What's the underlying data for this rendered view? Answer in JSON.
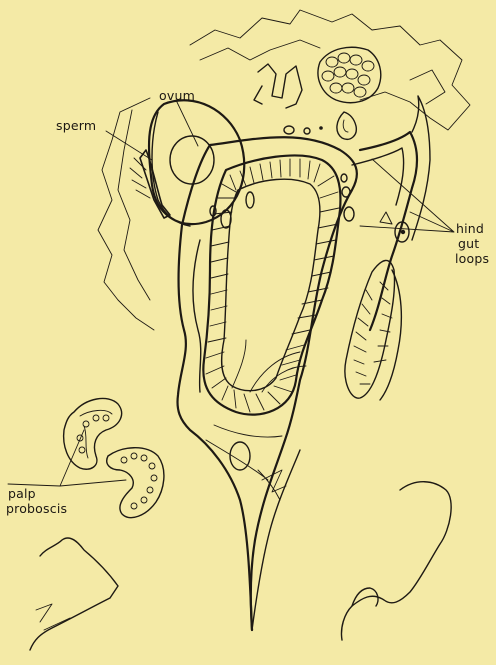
{
  "labels": {
    "ovum": "ovum",
    "sperm": "sperm",
    "hind": "hind",
    "gut": "gut",
    "loops": "loops",
    "palp": "palp",
    "proboscis": "proboscis"
  },
  "colors": {
    "background": "#f4eaa6",
    "ink": "#1e1a14"
  }
}
